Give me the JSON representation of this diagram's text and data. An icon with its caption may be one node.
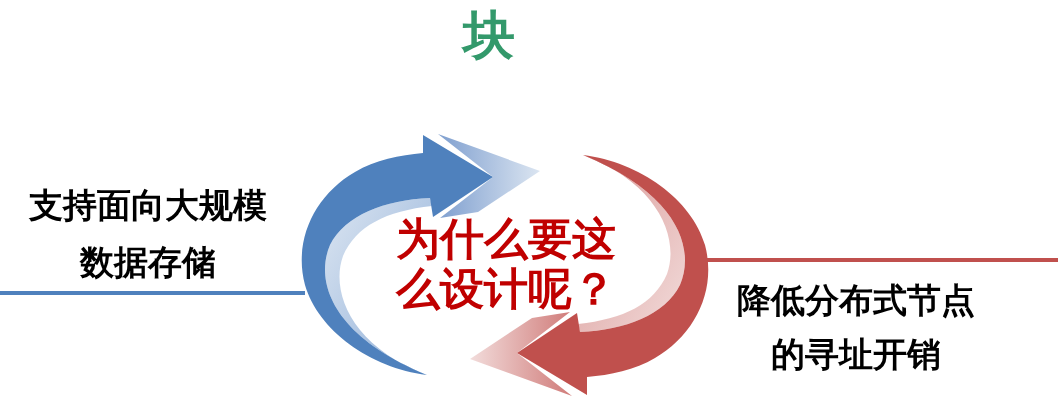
{
  "diagram": {
    "title": "块",
    "labels": [
      "支持面向大规模数据存储",
      "为什么要这么设计呢？",
      "降低分布式节点的寻址开销"
    ]
  }
}
